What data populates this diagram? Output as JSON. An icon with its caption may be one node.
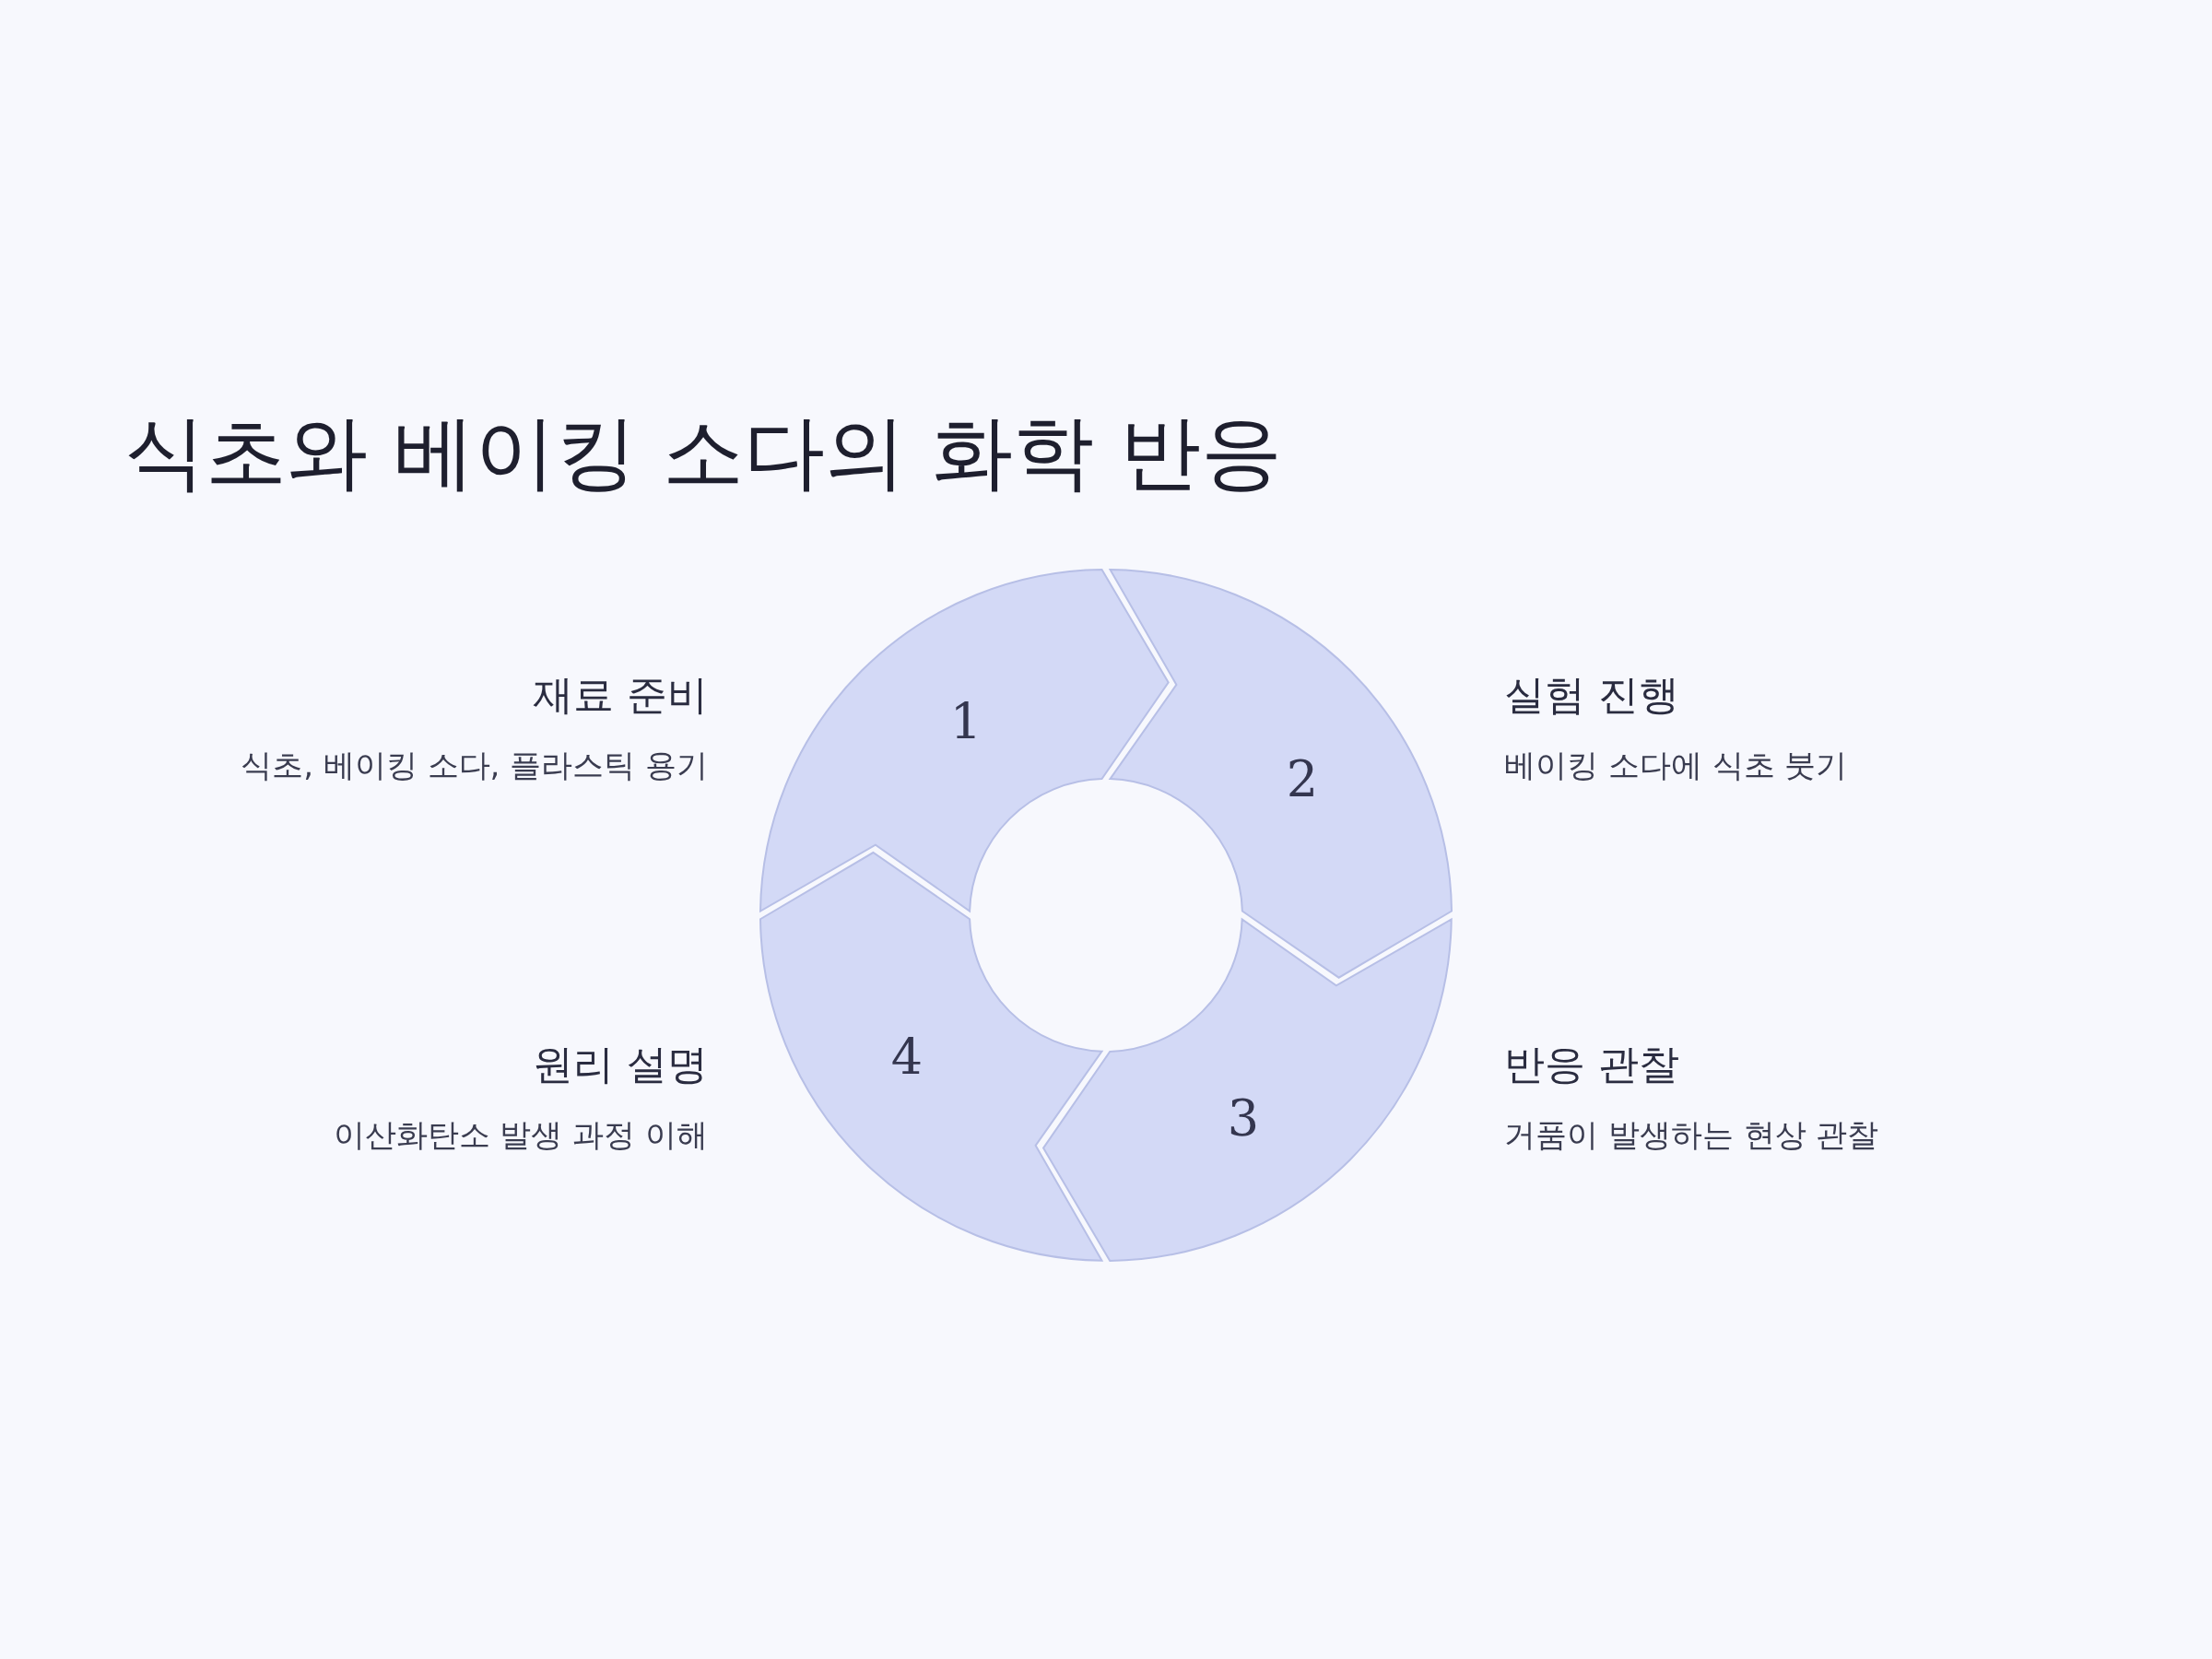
{
  "diagram": {
    "title": "식초와 베이킹 소다의 화학 반응",
    "nodes": [
      {
        "text": [
          "1"
        ],
        "beside": [
          "재료 준비",
          "식초, 베이킹 소다, 플라스틱 용기"
        ]
      },
      {
        "text": [
          "2"
        ],
        "beside": [
          "실험 진행",
          "베이킹 소다에 식초 붓기"
        ]
      },
      {
        "text": [
          "3"
        ],
        "beside": [
          "반응 관찰",
          "거품이 발생하는 현상 관찰"
        ]
      },
      {
        "text": [
          "4"
        ],
        "beside": [
          "원리 설명",
          "이산화탄소 발생 과정 이해"
        ]
      }
    ]
  }
}
